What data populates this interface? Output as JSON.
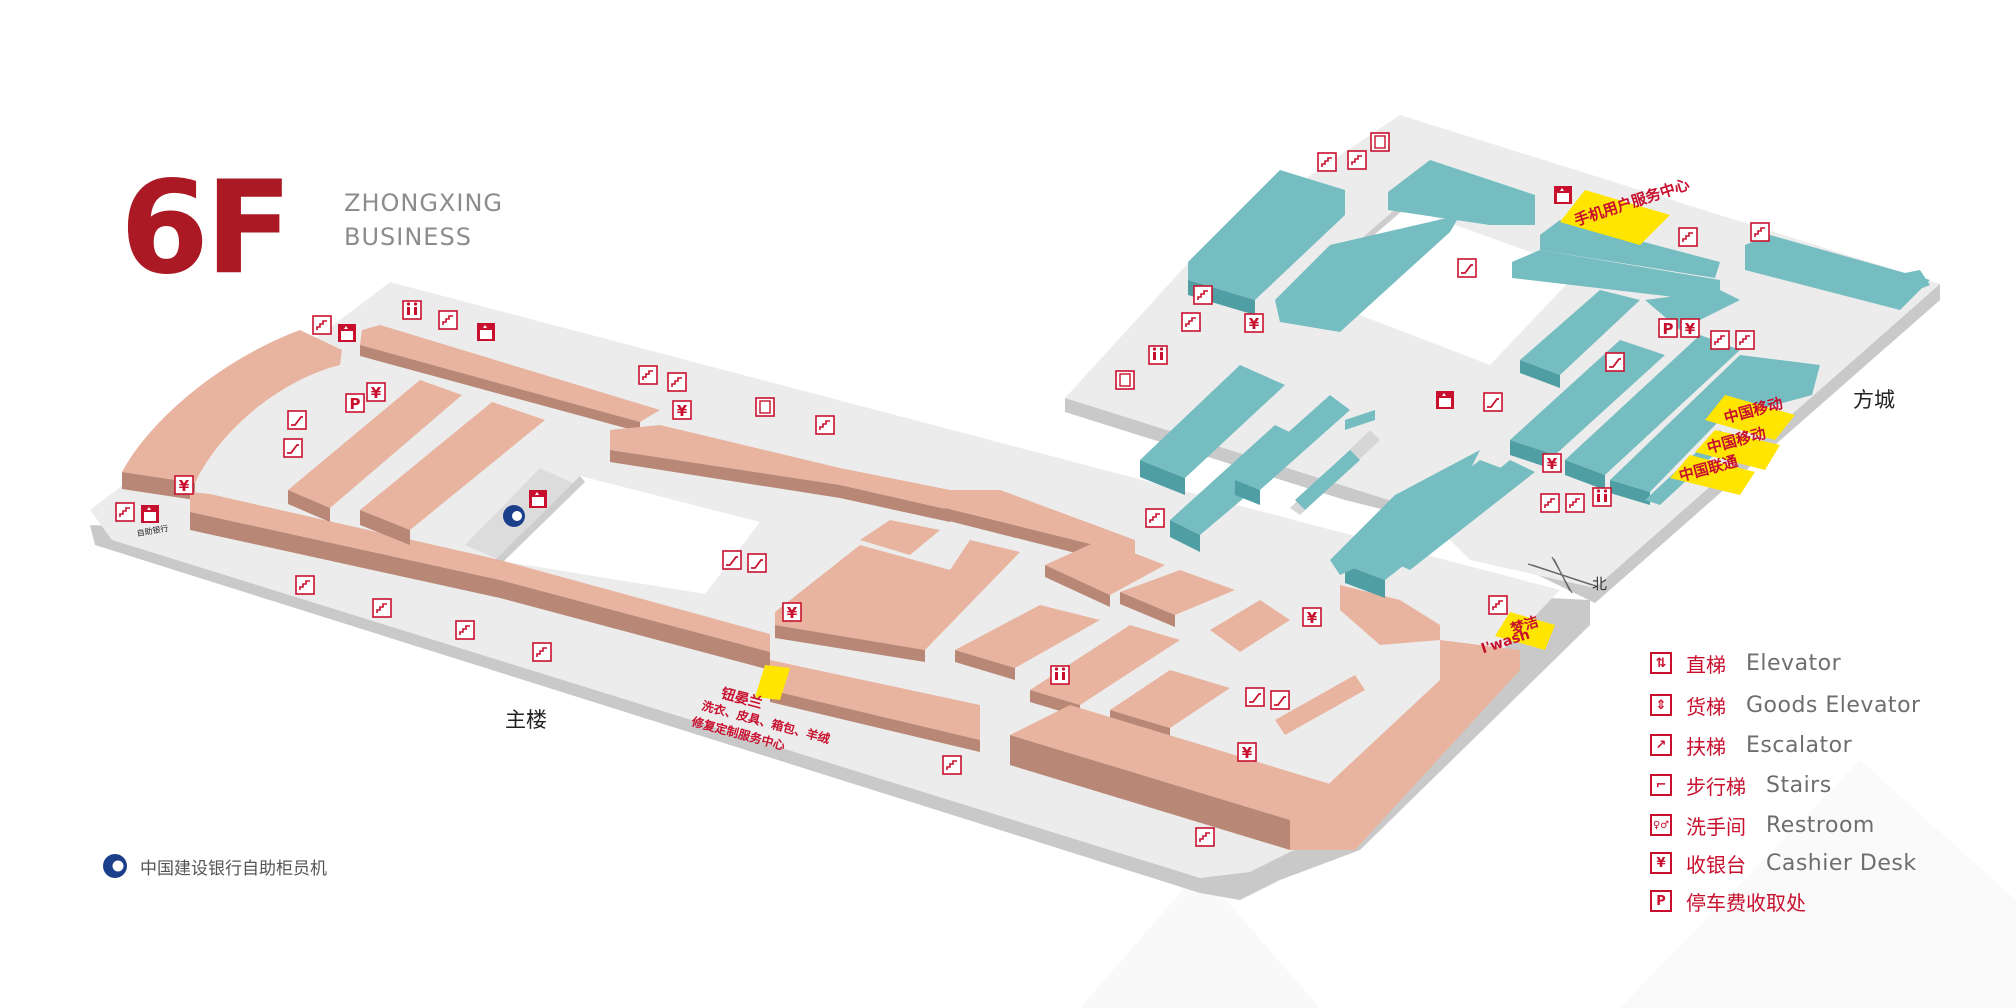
{
  "floor": {
    "label": "6F",
    "color": "#ab1a24"
  },
  "brand": {
    "line1": "ZHONGXING",
    "line2": "BUSINESS"
  },
  "zones": {
    "main": "主楼",
    "fangcheng": "方城"
  },
  "compass": {
    "north_label": "北"
  },
  "stores": {
    "mobile_service": "手机用户服务中心",
    "china_mobile_1": "中国移动",
    "china_mobile_2": "中国移动",
    "china_unicom": "中国联通",
    "mengjie_cn": "梦洁",
    "mengjie_en": "I'wash",
    "huaiyuan_name": "钮晏兰",
    "huaiyuan_services": "洗衣、皮具、箱包、羊绒",
    "huaiyuan_center": "修复定制服务中心",
    "atm_small": "自助银行"
  },
  "legend": [
    {
      "icon": "elevator-icon",
      "glyph": "⇅",
      "cn": "直梯",
      "en": "Elevator"
    },
    {
      "icon": "goods-elevator-icon",
      "glyph": "⇕",
      "cn": "货梯",
      "en": "Goods Elevator"
    },
    {
      "icon": "escalator-icon",
      "glyph": "↗",
      "cn": "扶梯",
      "en": "Escalator"
    },
    {
      "icon": "stairs-icon",
      "glyph": "⌐",
      "cn": "步行梯",
      "en": "Stairs"
    },
    {
      "icon": "restroom-icon",
      "glyph": "♀♂",
      "cn": "洗手间",
      "en": "Restroom"
    },
    {
      "icon": "cashier-icon",
      "glyph": "¥",
      "cn": "收银台",
      "en": "Cashier Desk"
    },
    {
      "icon": "parking-payment-icon",
      "glyph": "P",
      "cn": "停车费收取处",
      "en": ""
    }
  ],
  "atm": {
    "label": "中国建设银行自助柜员机",
    "icon": "ccb-atm-icon"
  },
  "colors": {
    "accent": "#c8102e",
    "main_building_stores": "#e8b49f",
    "fangcheng_stores": "#76bdc1",
    "floor_plate": "#efefef",
    "highlight": "#ffe500"
  }
}
